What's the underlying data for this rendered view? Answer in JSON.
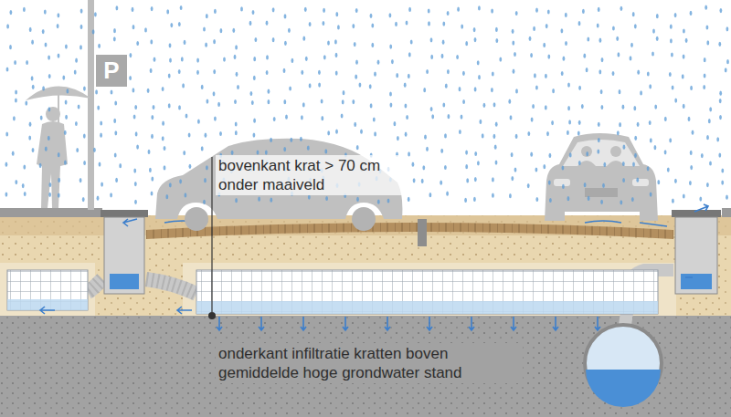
{
  "diagram": {
    "nodes": [
      {
        "text": [
          "P"
        ]
      }
    ],
    "labels": [
      "bovenkant krat > 70 cm onder maaiveld",
      "onderkant infiltratie kratten boven gemiddelde hoge grondwater stand"
    ]
  }
}
